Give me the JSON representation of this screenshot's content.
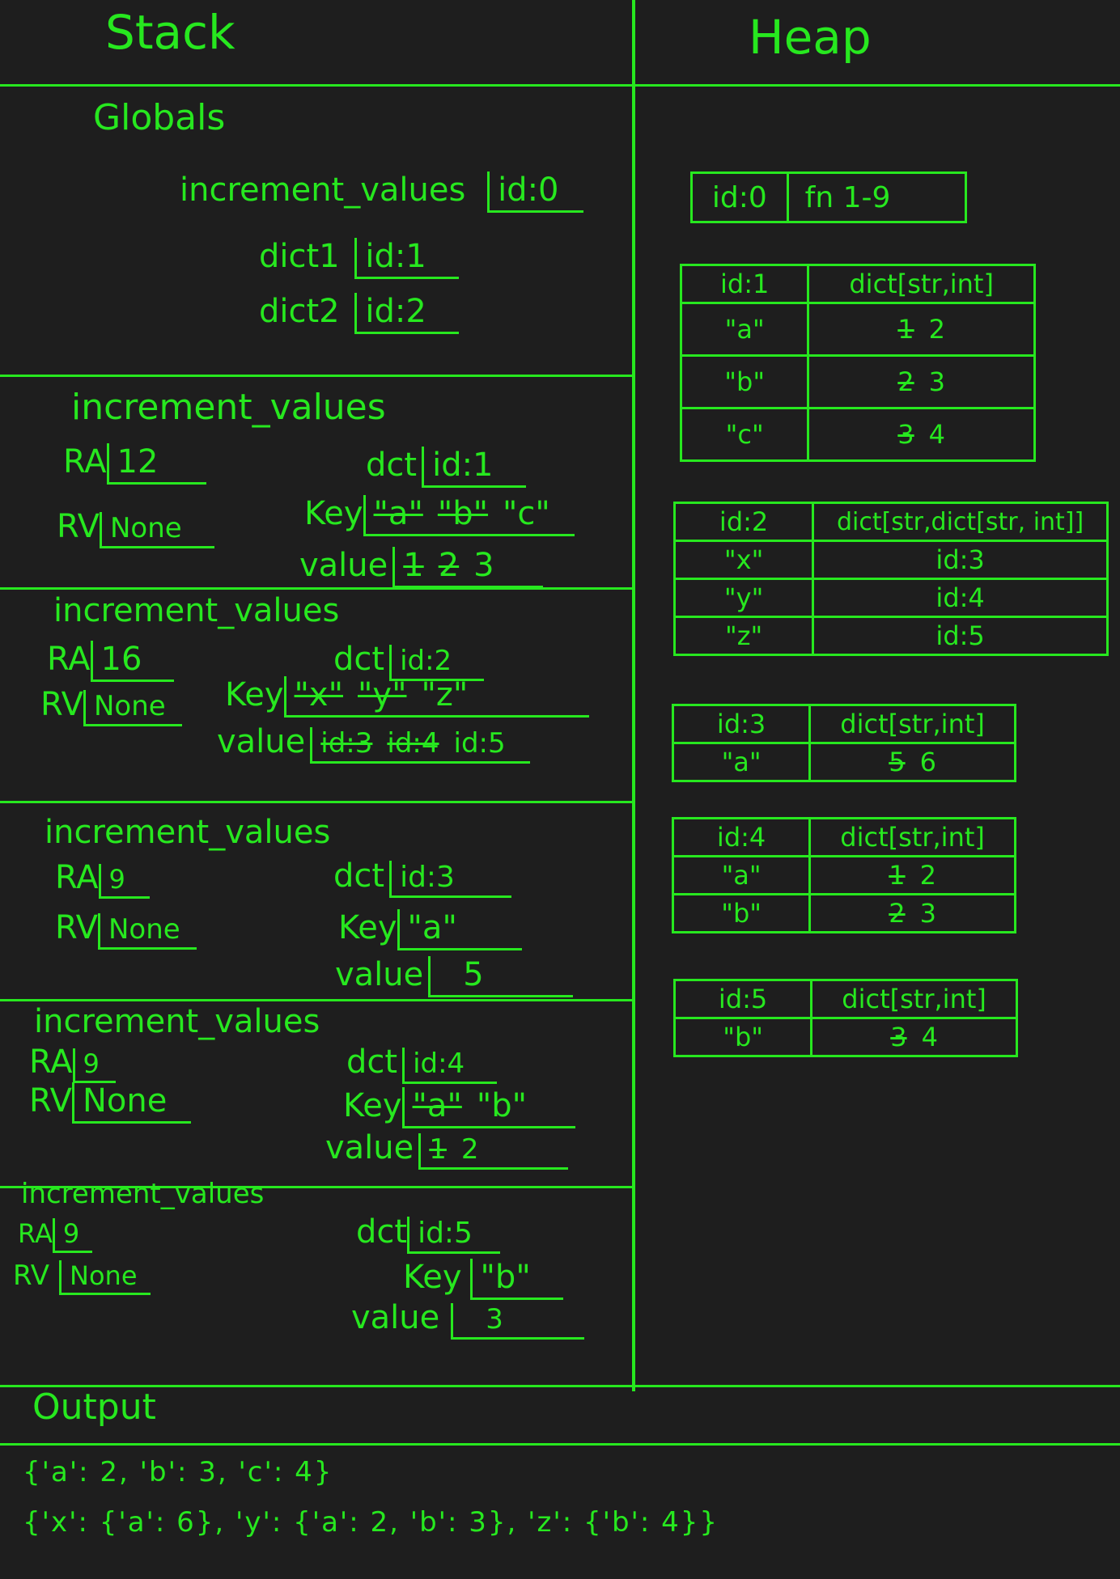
{
  "headers": {
    "stack": "Stack",
    "heap": "Heap"
  },
  "globals": {
    "title": "Globals",
    "vars": [
      {
        "name": "increment_values",
        "value": "id:0"
      },
      {
        "name": "dict1",
        "value": "id:1"
      },
      {
        "name": "dict2",
        "value": "id:2"
      }
    ]
  },
  "frames": [
    {
      "name": "increment_values",
      "ra": "12",
      "rv": "None",
      "dct": "id:1",
      "key_old": [
        "\"a\"",
        "\"b\""
      ],
      "key": "\"c\"",
      "value_old": [
        "1",
        "2"
      ],
      "value": "3"
    },
    {
      "name": "increment_values",
      "ra": "16",
      "rv": "None",
      "dct": "id:2",
      "key_old": [
        "\"x\"",
        "\"y\""
      ],
      "key": "\"z\"",
      "value_old": [
        "id:3",
        "id:4"
      ],
      "value": "id:5"
    },
    {
      "name": "increment_values",
      "ra": "9",
      "rv": "None",
      "dct": "id:3",
      "key_old": [],
      "key": "\"a\"",
      "value_old": [],
      "value": "5"
    },
    {
      "name": "increment_values",
      "ra": "9",
      "rv": "None",
      "dct": "id:4",
      "key_old": [
        "\"a\""
      ],
      "key": "\"b\"",
      "value_old": [
        "1"
      ],
      "value": "2"
    },
    {
      "name": "increment_values",
      "ra": "9",
      "rv": "None",
      "dct": "id:5",
      "key_old": [],
      "key": "\"b\"",
      "value_old": [],
      "value": "3"
    }
  ],
  "frame_labels": {
    "ra": "RA",
    "rv": "RV",
    "dct": "dct",
    "key": "Key",
    "value": "value"
  },
  "heap": {
    "fn": {
      "id": "id:0",
      "value": "fn 1-9"
    },
    "dicts": [
      {
        "id": "id:1",
        "type": "dict[str,int]",
        "rows": [
          {
            "k": "\"a\"",
            "old": "1",
            "v": "2"
          },
          {
            "k": "\"b\"",
            "old": "2",
            "v": "3"
          },
          {
            "k": "\"c\"",
            "old": "3",
            "v": "4"
          }
        ]
      },
      {
        "id": "id:2",
        "type": "dict[str,dict[str, int]]",
        "rows": [
          {
            "k": "\"x\"",
            "old": "",
            "v": "id:3"
          },
          {
            "k": "\"y\"",
            "old": "",
            "v": "id:4"
          },
          {
            "k": "\"z\"",
            "old": "",
            "v": "id:5"
          }
        ]
      },
      {
        "id": "id:3",
        "type": "dict[str,int]",
        "rows": [
          {
            "k": "\"a\"",
            "old": "5",
            "v": "6"
          }
        ]
      },
      {
        "id": "id:4",
        "type": "dict[str,int]",
        "rows": [
          {
            "k": "\"a\"",
            "old": "1",
            "v": "2"
          },
          {
            "k": "\"b\"",
            "old": "2",
            "v": "3"
          }
        ]
      },
      {
        "id": "id:5",
        "type": "dict[str,int]",
        "rows": [
          {
            "k": "\"b\"",
            "old": "3",
            "v": "4"
          }
        ]
      }
    ]
  },
  "output": {
    "title": "Output",
    "lines": [
      "{'a': 2, 'b': 3, 'c': 4}",
      "{'x': {'a': 6}, 'y': {'a': 2, 'b': 3}, 'z': {'b': 4}}"
    ]
  }
}
